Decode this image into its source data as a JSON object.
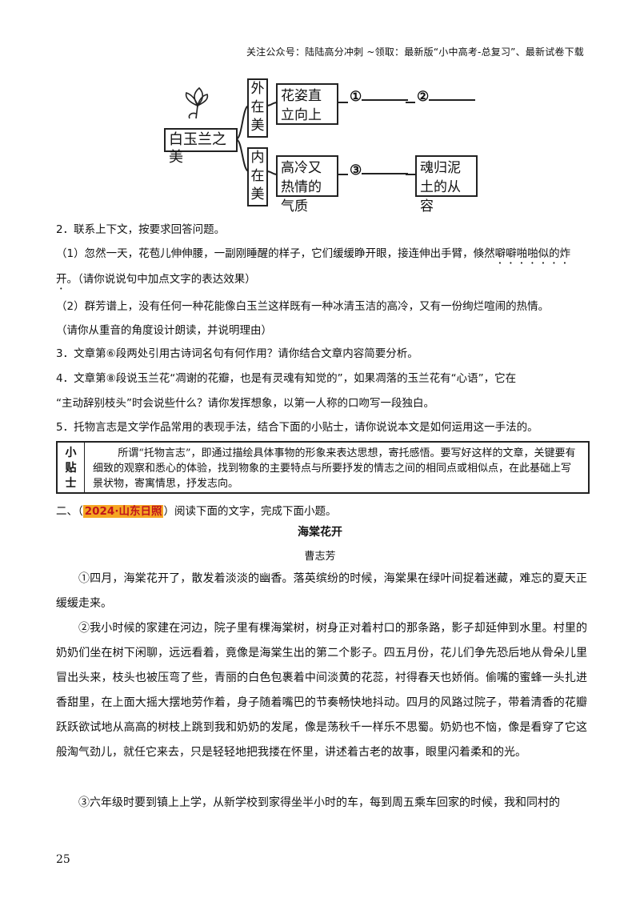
{
  "header": {
    "text": "关注公众号：陆陆高分冲刺 ~领取：最新版“小中高考-总复习”、最新试卷下载"
  },
  "diagram": {
    "root": "白玉兰之美",
    "outer": {
      "label_chars": [
        "外",
        "在",
        "美"
      ],
      "first": "花姿直立向上",
      "slot1": "①",
      "slot2": "②"
    },
    "inner": {
      "label_chars": [
        "内",
        "在",
        "美"
      ],
      "first": "高冷又热情的气质",
      "slot3": "③",
      "last": "魂归泥土的从容"
    }
  },
  "questions": {
    "q2": "2．联系上下文，按要求回答问题。",
    "q2_1_a": "（1）忽然一天，花苞儿伸伸腰，一副刚睡醒的样子，它们缓缓睁开眼，接连伸出手臂，倏然",
    "q2_1_dotted": "噼噼啪啪似的炸",
    "q2_1_b": "开",
    "q2_1_c": "。（请你说说句中加点文字的表达效果）",
    "q2_2_a": "（2）群芳谱上，没有任何一种花能像白玉兰这样既有一种冰清玉洁的高冷，又有一份绚烂喧闹的热情。",
    "q2_2_b": "（请你从重音的角度设计朗读，并说明理由）",
    "q3": "3．文章第⑥段两处引用古诗词名句有何作用？请你结合文章内容简要分析。",
    "q4_a": "4．文章第⑧段说玉兰花“凋谢的花瓣，也是有灵魂有知觉的”，如果凋落的玉兰花有“心语”，它在",
    "q4_b": "“主动辞别枝头”时会说些什么？请你发挥想象，以第一人称的口吻写一段独白。",
    "q5": "5．托物言志是文学作品常用的表现手法，结合下面的小贴士，请你说说本文是如何运用这一手法的。"
  },
  "tip": {
    "label_chars": [
      "小",
      "贴",
      "士"
    ],
    "text": "所谓“托物言志”，即通过描绘具体事物的形象来表达思想，寄托感悟。要写好这样的文章，关键要有细致的观察和悉心的体验，找到物象的主要特点与所要抒发的情志之间的相同点或相似点，在此基础上写景状物，寄寓情思，抒发志向。"
  },
  "section": {
    "prefix": "二、（",
    "tag": "2024·山东日照",
    "suffix": "）阅读下面的文字，完成下面小题。"
  },
  "article": {
    "title": "海棠花开",
    "author": "曹志芳",
    "p1": "①四月，海棠花开了，散发着淡淡的幽香。落英缤纷的时候，海棠果在绿叶间捉着迷藏，难忘的夏天正缓缓走来。",
    "p2": "②我小时候的家建在河边，院子里有棵海棠树，树身正对着村口的那条路，影子却延伸到水里。村里的奶奶们坐在树下闲聊，远远看着，竟像是海棠生出的第二个影子。四五月份，花儿们争先恐后地从骨朵儿里冒出头来，枝头也被压弯了些，青丽的白色包裹着中间淡黄的花蕊，衬得春天也娇俏。偷嘴的蜜蜂一头扎进香甜里，在上面大摇大摆地劳作着，身子随着嘴巴的节奏畅快地抖动。四月的风路过院子，带着清香的花瓣跃跃欲试地从高高的树枝上跳到我和奶奶的发尾，像是荡秋千一样乐不思蜀。奶奶也不恼，像是看穿了它这般淘气劲儿，就任它来去，只是轻轻地把我搂在怀里，讲述着古老的故事，眼里闪着柔和的光。",
    "p3": "③六年级时要到镇上上学，从新学校到家得坐半小时的车，每到周五乘车回家的时候，我和同村的"
  },
  "page_number": "25"
}
